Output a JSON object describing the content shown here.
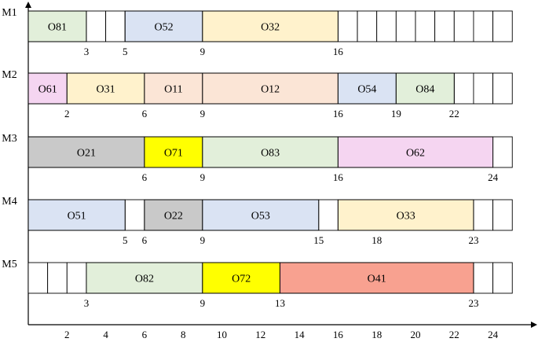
{
  "chart_data": {
    "type": "gantt",
    "x_ticks": [
      2,
      4,
      6,
      8,
      10,
      12,
      14,
      16,
      18,
      20,
      22,
      24
    ],
    "xlim": [
      0,
      25
    ],
    "machines": [
      {
        "name": "M1",
        "ops": [
          {
            "label": "O81",
            "start": 0,
            "end": 3,
            "color": "#e2efda"
          },
          {
            "label": "O52",
            "start": 5,
            "end": 9,
            "color": "#dae3f3"
          },
          {
            "label": "O32",
            "start": 9,
            "end": 16,
            "color": "#fff2cc"
          }
        ],
        "time_labels": [
          "3",
          "5",
          "9",
          "16"
        ]
      },
      {
        "name": "M2",
        "ops": [
          {
            "label": "O61",
            "start": 0,
            "end": 2,
            "color": "#f5d5f1"
          },
          {
            "label": "O31",
            "start": 2,
            "end": 6,
            "color": "#fff2cc"
          },
          {
            "label": "O11",
            "start": 6,
            "end": 9,
            "color": "#fbe5d6"
          },
          {
            "label": "O12",
            "start": 9,
            "end": 16,
            "color": "#fbe5d6"
          },
          {
            "label": "O54",
            "start": 16,
            "end": 19,
            "color": "#dae3f3"
          },
          {
            "label": "O84",
            "start": 19,
            "end": 22,
            "color": "#e2efda"
          }
        ],
        "time_labels": [
          "2",
          "6",
          "9",
          "16",
          "19",
          "22"
        ]
      },
      {
        "name": "M3",
        "ops": [
          {
            "label": "O21",
            "start": 0,
            "end": 6,
            "color": "#c9c9c9"
          },
          {
            "label": "O71",
            "start": 6,
            "end": 9,
            "color": "#ffff00"
          },
          {
            "label": "O83",
            "start": 9,
            "end": 16,
            "color": "#e2efda"
          },
          {
            "label": "O62",
            "start": 16,
            "end": 24,
            "color": "#f5d5f1"
          }
        ],
        "time_labels": [
          "6",
          "9",
          "16",
          "24"
        ]
      },
      {
        "name": "M4",
        "ops": [
          {
            "label": "O51",
            "start": 0,
            "end": 5,
            "color": "#dae3f3"
          },
          {
            "label": "O22",
            "start": 6,
            "end": 9,
            "color": "#c9c9c9"
          },
          {
            "label": "O53",
            "start": 9,
            "end": 15,
            "color": "#dae3f3"
          },
          {
            "label": "O33",
            "start": 16,
            "end": 23,
            "color": "#fff2cc"
          }
        ],
        "time_labels": [
          "5",
          "6",
          "9",
          "15",
          "18",
          "23"
        ]
      },
      {
        "name": "M5",
        "ops": [
          {
            "label": "O82",
            "start": 3,
            "end": 9,
            "color": "#e2efda"
          },
          {
            "label": "O72",
            "start": 9,
            "end": 13,
            "color": "#ffff00"
          },
          {
            "label": "O41",
            "start": 13,
            "end": 23,
            "color": "#f8a190"
          }
        ],
        "time_labels": [
          "3",
          "9",
          "13",
          "23"
        ]
      }
    ]
  }
}
